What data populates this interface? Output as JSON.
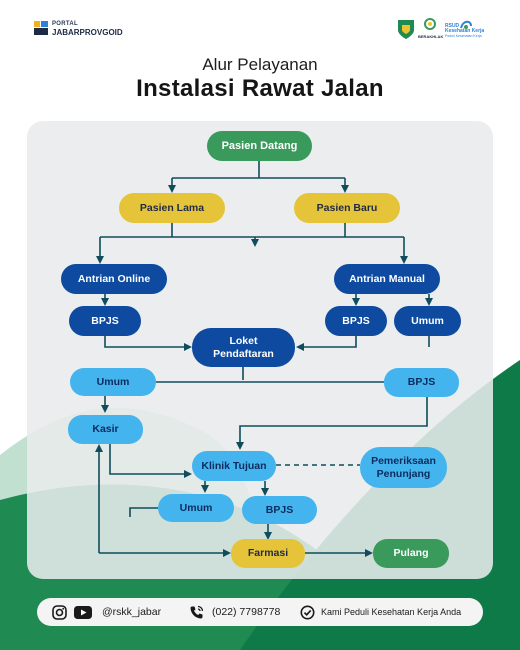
{
  "header": {
    "logo_small": "PORTAL",
    "logo_big": "JABARPROVGOID",
    "partner_1": "BERAKHLAK",
    "partner_2_line1": "RSUD",
    "partner_2_line2": "Kesehatan Kerja",
    "partner_2_line3": "Peduli Kesehatan Kerja"
  },
  "title": {
    "line1": "Alur Pelayanan",
    "line2": "Instalasi Rawat Jalan"
  },
  "flow": {
    "pasien_datang": "Pasien Datang",
    "pasien_lama": "Pasien Lama",
    "pasien_baru": "Pasien Baru",
    "antrian_online": "Antrian Online",
    "antrian_manual": "Antrian Manual",
    "bpjs_online": "BPJS",
    "bpjs_manual": "BPJS",
    "umum_manual": "Umum",
    "loket_line1": "Loket",
    "loket_line2": "Pendaftaran",
    "umum_left": "Umum",
    "bpjs_right": "BPJS",
    "kasir": "Kasir",
    "klinik_tujuan": "Klinik Tujuan",
    "penunjang_line1": "Pemeriksaan",
    "penunjang_line2": "Penunjang",
    "umum_klinik": "Umum",
    "bpjs_klinik": "BPJS",
    "farmasi": "Farmasi",
    "pulang": "Pulang"
  },
  "colors": {
    "green": "#3a9a5c",
    "yellow": "#e6c43a",
    "dark_blue": "#0d4aa0",
    "light_blue": "#44b4ef",
    "connector": "#0f4d5c"
  },
  "footer": {
    "social_handle": "@rskk_jabar",
    "phone": "(022) 7798778",
    "tagline": "Kami Peduli Kesehatan Kerja Anda",
    "icons": [
      "instagram-icon",
      "youtube-icon",
      "phone-icon",
      "check-badge-icon"
    ]
  }
}
